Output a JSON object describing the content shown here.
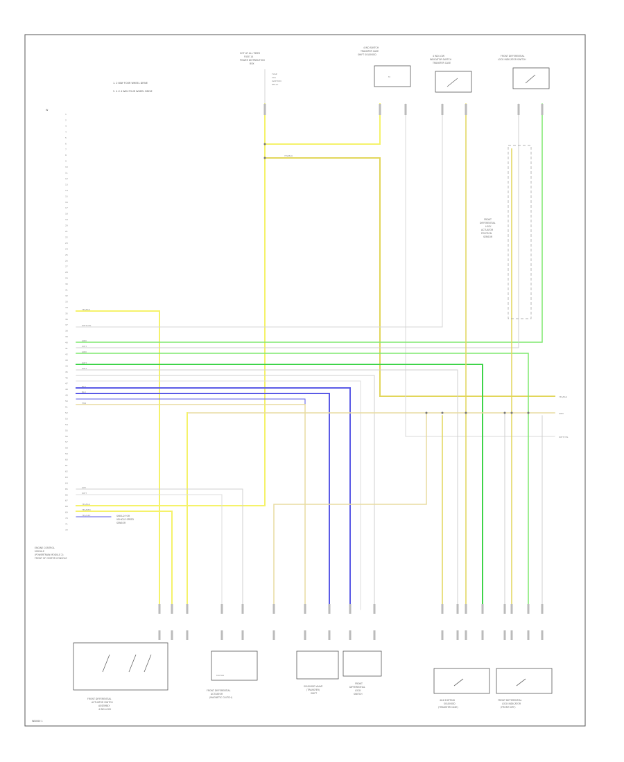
{
  "notes": [
    "1. 2 WAY FOUR WHEEL DRIVE",
    "2. 4 X 4 WAY FOUR WHEEL DRIVE"
  ],
  "page_label": "W",
  "bottom_left_code": "WD000 1",
  "wire_colors": {
    "yellow": "#f5f26a",
    "tan": "#e8dca0",
    "green": "#7ee86e",
    "blue": "#5a5ae6",
    "light_gray": "#cfcfcf",
    "dark_gray": "#9a9a9a",
    "frame": "#444444"
  },
  "ecu": {
    "label_lines": [
      "ENGINE CONTROL",
      "MODULE",
      "(POWERTRAIN MODULE 2)",
      "FRONT OF CENTER CONSOLE"
    ],
    "pin_numbers": [
      "1",
      "2",
      "3",
      "4",
      "5",
      "6",
      "7",
      "8",
      "9",
      "10",
      "11",
      "12",
      "13",
      "14",
      "15",
      "16",
      "17",
      "18",
      "19",
      "20",
      "21",
      "22",
      "23",
      "24",
      "25",
      "26",
      "27",
      "28",
      "29",
      "30",
      "31",
      "32",
      "33",
      "34",
      "35",
      "36",
      "37",
      "38",
      "39",
      "40",
      "41",
      "42",
      "43",
      "44",
      "45",
      "46",
      "47",
      "48",
      "49",
      "50",
      "51",
      "52",
      "53",
      "54",
      "55",
      "56",
      "57",
      "58",
      "59",
      "60",
      "61",
      "62",
      "63",
      "64",
      "65",
      "66",
      "67",
      "68",
      "69",
      "70",
      "71",
      "72"
    ]
  },
  "wire_labels": {
    "ecu_1": "YEL/BLU",
    "ecu_2": "WHT/YEL",
    "ecu_3": "GRN",
    "ecu_4": "WHT",
    "ecu_5": "GRN",
    "ecu_6": "WHT",
    "ecu_7": "WHT",
    "ecu_8": "BLU",
    "ecu_9": "BLU",
    "ecu_10": "TAN",
    "ecu_11": "GRY",
    "ecu_12": "WHT",
    "ecu_13": "YEL/BLU",
    "ecu_14": "YEL/RED",
    "ecu_15": "YEL/GRY",
    "right_1": "YEL/BLU",
    "right_2": "GRN",
    "right_3": "WHT/YEL",
    "top_1": "YEL/BLU"
  },
  "top_components": [
    {
      "id": "hot_fuse",
      "lines": [
        "HOT AT ALL TIMES",
        "FUSE 14",
        "POWER DISTRIBUTION",
        "BOX"
      ],
      "sub": [
        "FUSE",
        "20A",
        "IGNITION",
        "RELAY"
      ]
    },
    {
      "id": "comp2",
      "lines": [
        "4 WD SWITCH",
        "TRANSFER CASE",
        "SHIFT SOLENOID"
      ]
    },
    {
      "id": "comp3",
      "lines": [
        "4 WD LOW",
        "INDICATOR SWITCH",
        "TRANSFER CASE"
      ]
    },
    {
      "id": "comp4",
      "lines": [
        "FRONT DIFFERENTIAL",
        "LOCK INDICATOR SWITCH"
      ]
    }
  ],
  "right_sensor": {
    "lines": [
      "FRONT",
      "DIFFERENTIAL",
      "LOCK",
      "ACTUATOR",
      "POSITION",
      "SENSOR"
    ]
  },
  "small_label": {
    "lines": [
      "SHIELD FOR",
      "VEHICLE SPEED",
      "SENSOR"
    ]
  },
  "bottom_components": [
    {
      "id": "b1",
      "lines": [
        "FRONT DIFFERENTIAL",
        "ACTUATOR SWITCH",
        "ASSEMBLY",
        "4 WD LOCK"
      ]
    },
    {
      "id": "b2",
      "lines": [
        "FRONT DIFFERENTIAL",
        "ACTUATOR",
        "(MAGNETIC CLUTCH)"
      ],
      "inner": "MOTOR"
    },
    {
      "id": "b3",
      "lines": [
        "SOLENOID VALVE",
        "(TRANSFER)",
        "SHIFT"
      ]
    },
    {
      "id": "b4",
      "lines": [
        "FRONT",
        "DIFFERENTIAL",
        "LOCK",
        "SWITCH"
      ]
    },
    {
      "id": "b5",
      "lines": [
        "4X4 SHIFTING",
        "SOLENOID",
        "(TRANSFER CASE)"
      ]
    },
    {
      "id": "b6",
      "lines": [
        "FRONT DIFFERENTIAL",
        "LOCK INDICATOR",
        "(FRONT DIFF)"
      ]
    }
  ]
}
